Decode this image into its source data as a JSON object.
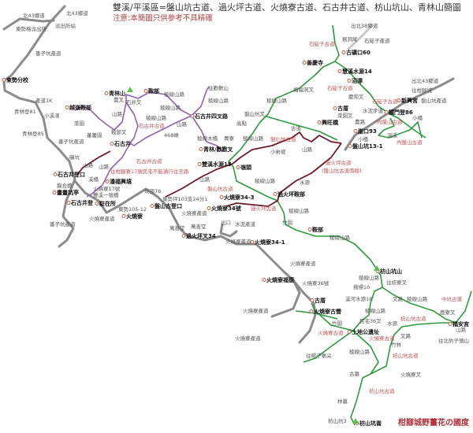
{
  "header": {
    "title": "雙溪/平溪區=盤山坑古道、過火坪古道、火燒寮古道、石古井古道、枋山坑山、青林山簡圖",
    "note": "注意:本簡圖只供參考不具精確"
  },
  "credit": "柑腳城野薑花の國度",
  "colors": {
    "road": "#8c8c8c",
    "ridge_trail": "#2f9b3c",
    "old_trail": "#6e1b28",
    "shiguqing_trail": "#8e63b6",
    "trail_label": "#c4555a",
    "peak": "#5cc04a"
  },
  "icons": {
    "peak": "green-triangle-icon",
    "point": "circle-marker-icon"
  },
  "landmarks": [
    "東勢分校",
    "越嶺鞍部",
    "青林山",
    "鞍部",
    "石古井四叉路",
    "石古井",
    "青林/歡歡叉",
    "古礦口60",
    "善慶寺",
    "慧溪水源14",
    "沼澤",
    "新興宮",
    "古厝",
    "鐵門登86",
    "崖口93",
    "興旺橋",
    "盤山坑13-1",
    "雙溪水源15",
    "嶺頭",
    "過火坪鞍部",
    "火燒寮34-3",
    "火燒寮34號",
    "盤山古登口",
    "過火坪叉34",
    "火燒寮34-1",
    "石古井登口",
    "潘福興墳",
    "畫畫坑亭",
    "駐在所",
    "火燒寮",
    "枋山坑山",
    "火燒寮福德",
    "古厝",
    "火燒寮古營",
    "福安宮",
    "土地公遺址",
    "枋山坑崙",
    "鞍部",
    "石古井登"
  ],
  "places": [
    "北43鄉道",
    "北43鄉道",
    "東勢格派出所",
    "派出所站",
    "番子坑產道",
    "產道1K",
    "青林登81",
    "小溪濱",
    "菜園",
    "青林登85",
    "番子坑產道",
    "蕃薯園",
    "鞍部叉",
    "農叉",
    "石井叉",
    "稜線山路",
    "稜線山路",
    "山路",
    "稜線山路",
    "山路",
    "468峰",
    "往歡歡山",
    "稜線山路",
    "稜線木橋",
    "菁寮",
    "出北38鄉道",
    "猴洞尾",
    "石碇子產道",
    "蝙蝠洞叉",
    "慶和叉",
    "出北43鄉道",
    "往柑腳城",
    "盤山坑產道",
    "稜線山路",
    "水泥步道",
    "盤山坑叉",
    "菜園叉",
    "農路",
    "小橋",
    "高點",
    "古道",
    "溫溪",
    "稜線山路",
    "小橋",
    "山路",
    "小岩坡",
    "山路",
    "稜線山路",
    "水源",
    "稜線山路",
    "竹園",
    "東勢坪103支24分1",
    "火燒寮產道",
    "萬善堂",
    "萬善堂",
    "出口",
    "水泥產道",
    "火燒寮產道",
    "礦坑",
    "山路",
    "山路",
    "溪橋",
    "龍合橋",
    "火燒寮17號",
    "雙溪一號橋",
    "東勢105-12",
    "火燒寮產道",
    "番子坑產道",
    "崁頂76",
    "稜線山路",
    "稜線山路",
    "往枋寮叉",
    "火燒寮產道",
    "火燒寮36號",
    "拖標10",
    "溪河水源18",
    "叉路",
    "稜線山路",
    "稜線山路",
    "火燒寮產道",
    "民宅36叉",
    "鹿寮叉",
    "竹園",
    "水源",
    "山路",
    "叉路",
    "往北豹子頭山",
    "竹林",
    "火燒寮產道",
    "稜線山路",
    "往楊子寮尖",
    "古墓",
    "火燒寮叉",
    "林墓",
    "枋山坑3"
  ],
  "trails": [
    "石古井古道",
    "石碇子古道",
    "石碇子古道",
    "石碇子古道",
    "內盤山古道",
    "內盤山古道",
    "盤山坑古道",
    "盤山坑古道",
    "過火坪古道",
    "(盤山坑古道南線)",
    "過火坪古道",
    "石古井古道",
    "往柑腳寮17號民宅不能通行往去路",
    "中坑古道",
    "枋山坑古道",
    "火燒寮古道",
    "火燒寮古道",
    "枋山坑古道",
    "枋山坑古道"
  ]
}
